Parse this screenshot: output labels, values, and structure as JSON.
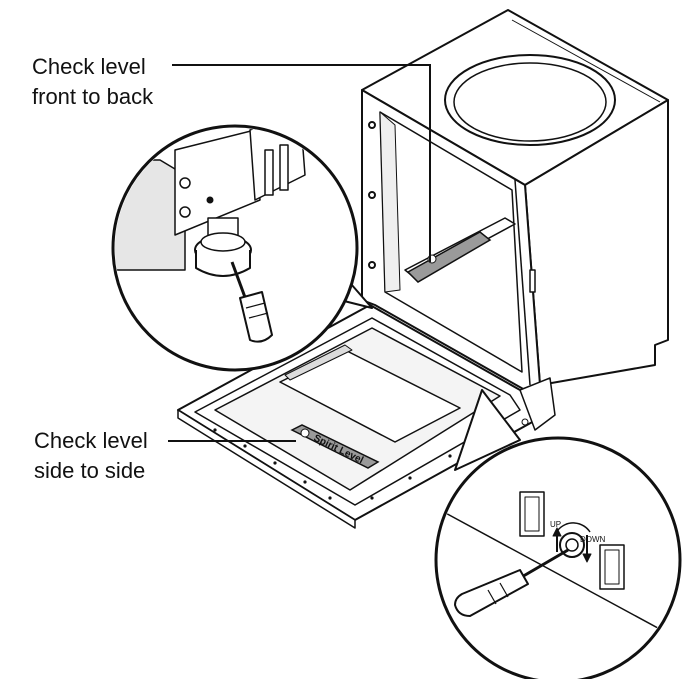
{
  "callouts": {
    "front_to_back": {
      "line1": "Check level",
      "line2": "front to back"
    },
    "side_to_side": {
      "line1": "Check level",
      "line2": "side to side"
    }
  },
  "labels": {
    "spirit_level": "Spirit Level",
    "up": "UP",
    "down": "DOWN"
  },
  "colors": {
    "ink": "#111111",
    "shade": "#d9d9d9",
    "light": "#f2f2f2",
    "level": "#9a9a9a"
  }
}
